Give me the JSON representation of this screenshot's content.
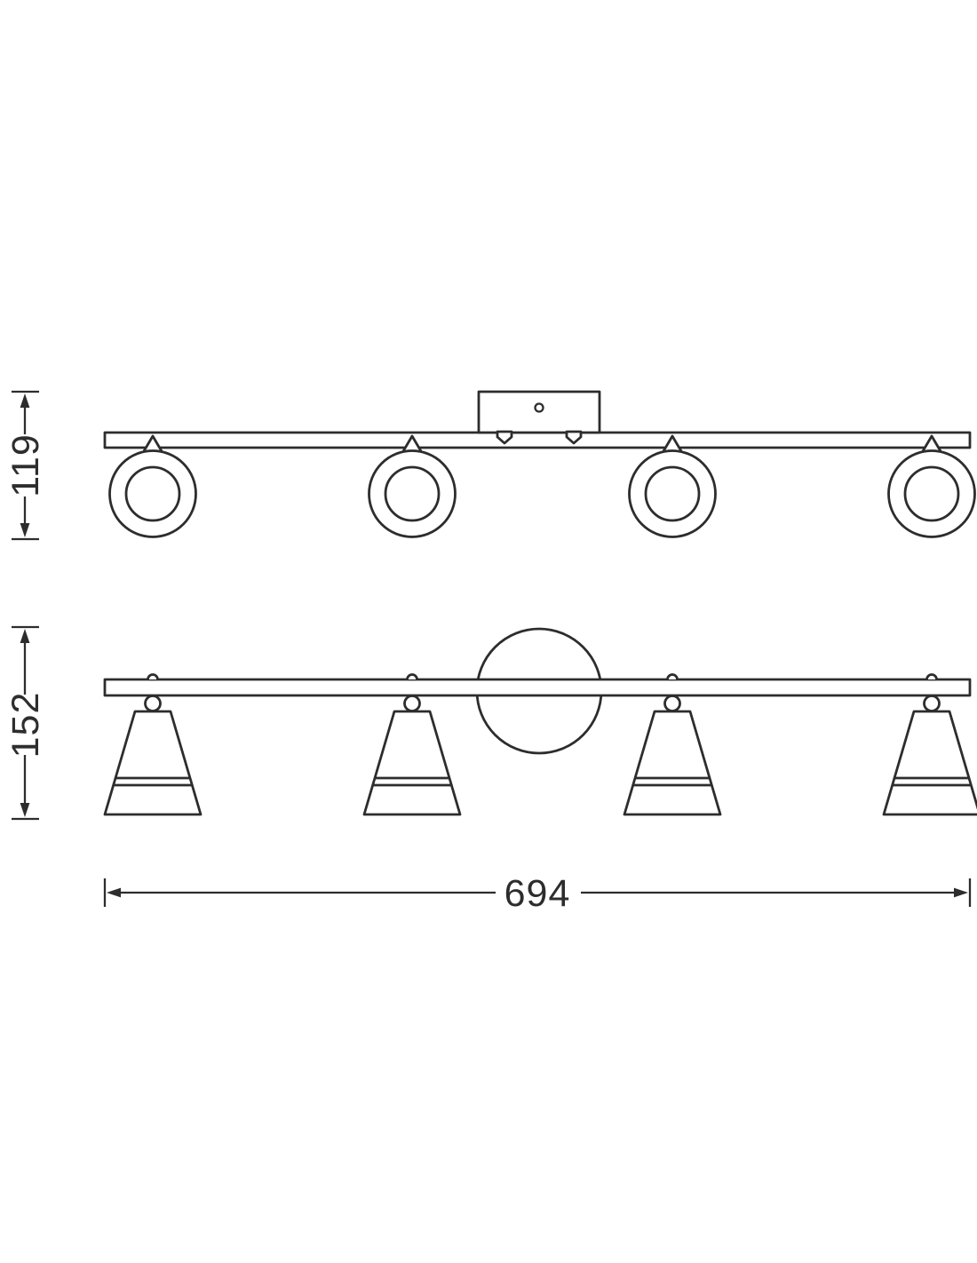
{
  "diagram": {
    "kind": "technical-dimension-drawing",
    "line_color": "#2d2d2d",
    "background_color": "#ffffff",
    "spot_count": 4,
    "dimensions": {
      "top_view_height": "119",
      "front_view_height": "152",
      "overall_width": "694"
    }
  }
}
